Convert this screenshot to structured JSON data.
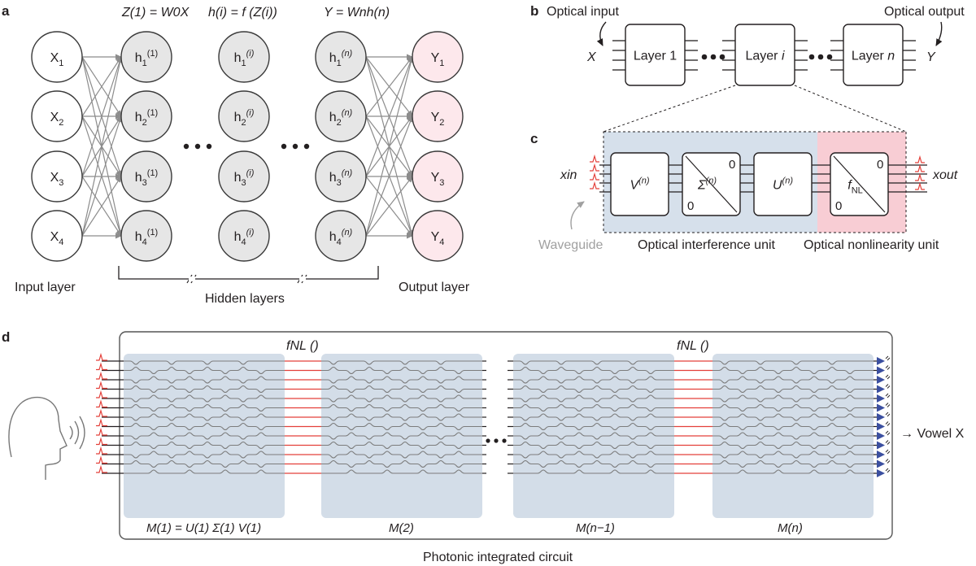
{
  "panels": {
    "a": "a",
    "b": "b",
    "c": "c",
    "d": "d"
  },
  "panel_a": {
    "eq1": "Z(1) = W0X",
    "eq2": "h(i) = f (Z(i))",
    "eq3": "Y = Wnh(n)",
    "input_nodes": [
      "X1",
      "X2",
      "X3",
      "X4"
    ],
    "hidden1_nodes": [
      "h1(1)",
      "h2(1)",
      "h3(1)",
      "h4(1)"
    ],
    "hiddeni_nodes": [
      "h1(i)",
      "h2(i)",
      "h3(i)",
      "h4(i)"
    ],
    "hiddenn_nodes": [
      "h1(n)",
      "h2(n)",
      "h3(n)",
      "h4(n)"
    ],
    "output_nodes": [
      "Y1",
      "Y2",
      "Y3",
      "Y4"
    ],
    "input_label": "Input layer",
    "hidden_label": "Hidden layers",
    "output_label": "Output layer",
    "colors": {
      "input": "#ffffff",
      "hidden": "#e6e6e6",
      "output": "#fde8ec"
    }
  },
  "panel_b": {
    "optical_input": "Optical input",
    "optical_output": "Optical output",
    "x": "X",
    "y": "Y",
    "layers": [
      "Layer 1",
      "Layer i",
      "Layer n"
    ]
  },
  "panel_c": {
    "x_in": "xin",
    "x_out": "xout",
    "v": "V(n)",
    "sigma": "Σ(n)",
    "u": "U(n)",
    "fnl": "fNL",
    "zero": "0",
    "waveguide": "Waveguide",
    "oiu": "Optical interference unit",
    "onu": "Optical nonlinearity unit",
    "colors": {
      "oiu": "#d6e0eb",
      "onu": "#f8cdd4",
      "wave": "#e4403a"
    }
  },
  "panel_d": {
    "fnl1": "fNL ()",
    "fnl2": "fNL ()",
    "m1": "M(1) = U(1) Σ(1) V(1)",
    "m2": "M(2)",
    "mn1": "M(n−1)",
    "mn": "M(n)",
    "dots": "•••",
    "vowel": "→ Vowel X",
    "pic": "Photonic integrated circuit",
    "colors": {
      "mesh": "#d3dde8",
      "line": "#e4403a",
      "detector": "#3b4fa0"
    }
  }
}
